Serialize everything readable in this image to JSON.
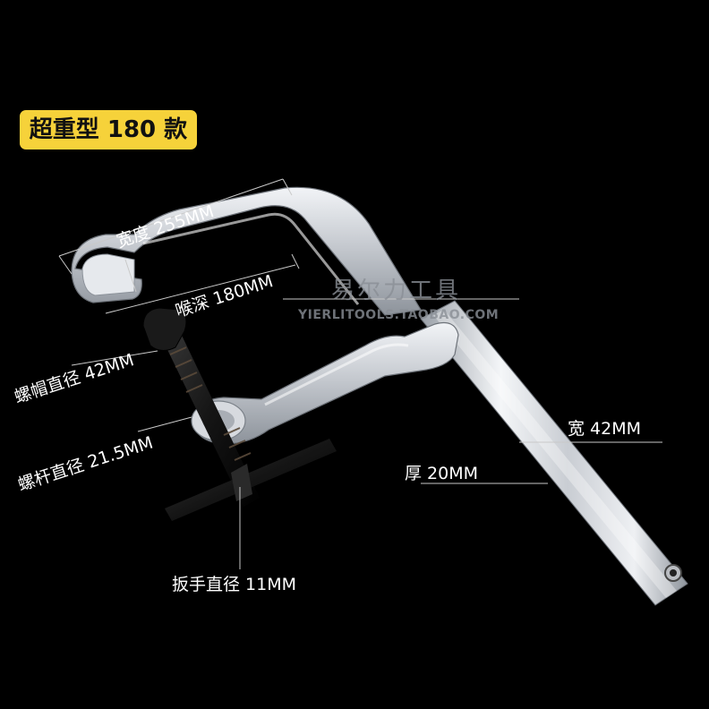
{
  "badge": "超重型 180 款",
  "labels": {
    "width": "宽度 255MM",
    "throat": "喉深 180MM",
    "nut_dia": "螺帽直径 42MM",
    "screw_dia": "螺杆直径 21.5MM",
    "bar_width": "宽 42MM",
    "thickness": "厚 20MM",
    "handle_dia": "扳手直径 11MM"
  },
  "watermark": {
    "chinese": "易尔力工具",
    "url": "YIERLITOOLS.TAOBAO.COM"
  },
  "colors": {
    "background": "#000000",
    "badge": "#f6d23a",
    "text": "#ffffff",
    "metal": "#d8dbe0"
  },
  "icons": {
    "product": "f-clamp-icon"
  }
}
